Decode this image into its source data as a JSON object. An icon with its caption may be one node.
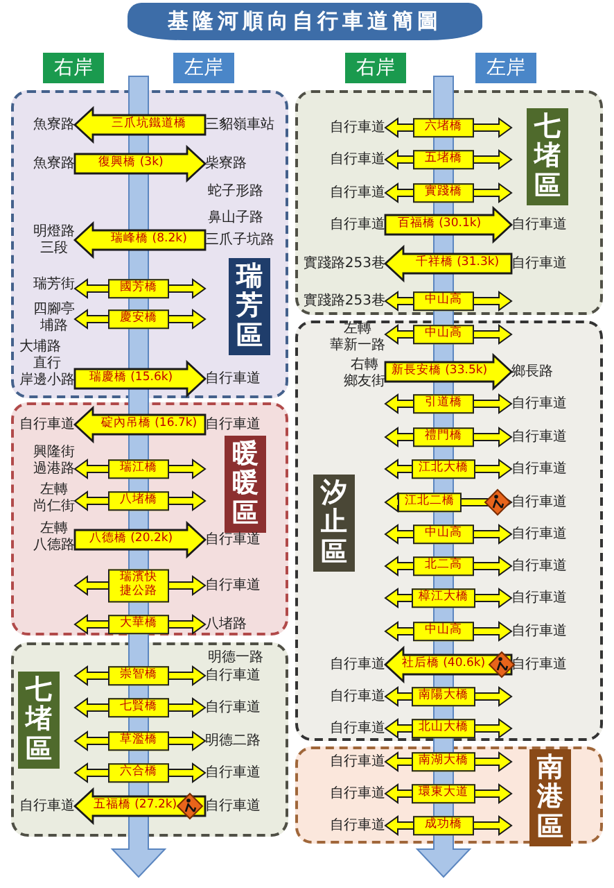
{
  "diagram": {
    "title": "基隆河順向自行車道簡圖",
    "nodes": [
      {
        "text": [
          "瑞芳區"
        ]
      },
      {
        "text": [
          "魚寮路"
        ],
        "in": 0
      },
      {
        "text": [
          "三貂嶺車站"
        ],
        "in": 0
      },
      {
        "text": [
          "魚寮路"
        ],
        "in": 0
      },
      {
        "text": [
          "柴寮路"
        ],
        "in": 0
      },
      {
        "text": [
          "明燈路三段"
        ],
        "in": 0
      },
      {
        "text": [
          "三爪子坑路"
        ],
        "in": 0
      },
      {
        "text": [
          "瑞芳街"
        ],
        "in": 0
      },
      {
        "text": [
          "四腳亭埔路"
        ],
        "in": 0
      },
      {
        "text": [
          "直行岸邊小路"
        ],
        "in": 0
      },
      {
        "text": [
          "自行車道"
        ],
        "in": 0
      },
      {
        "text": [
          "暖暖區"
        ]
      },
      {
        "text": [
          "自行車道"
        ],
        "in": 11
      },
      {
        "text": [
          "自行車道"
        ],
        "in": 11
      },
      {
        "text": [
          "興隆街過港路"
        ],
        "in": 11
      },
      {
        "text": [
          "左轉尚仁街"
        ],
        "in": 11
      },
      {
        "text": [
          "左轉八德路"
        ],
        "in": 11
      },
      {
        "text": [
          "自行車道"
        ],
        "in": 11
      },
      {
        "text": [
          "自行車道"
        ],
        "in": 11
      },
      {
        "text": [
          "八堵路"
        ],
        "in": 11
      },
      {
        "text": [
          "七堵區"
        ]
      },
      {
        "text": [
          "自行車道"
        ],
        "in": 20
      },
      {
        "text": [
          "自行車道"
        ],
        "in": 20
      },
      {
        "text": [
          "明德二路"
        ],
        "in": 20
      },
      {
        "text": [
          "自行車道"
        ],
        "in": 20
      },
      {
        "text": [
          "自行車道"
        ],
        "in": 20
      },
      {
        "text": [
          "自行車道"
        ],
        "in": 20
      },
      {
        "text": [
          "七堵區"
        ]
      },
      {
        "text": [
          "自行車道"
        ],
        "in": 27
      },
      {
        "text": [
          "自行車道"
        ],
        "in": 27
      },
      {
        "text": [
          "自行車道"
        ],
        "in": 27
      },
      {
        "text": [
          "自行車道"
        ],
        "in": 27
      },
      {
        "text": [
          "自行車道"
        ],
        "in": 27
      },
      {
        "text": [
          "實踐路253巷"
        ],
        "in": 27
      },
      {
        "text": [
          "自行車道"
        ],
        "in": 27
      },
      {
        "text": [
          "實踐路253巷"
        ],
        "in": 27
      },
      {
        "text": [
          "汐止區"
        ]
      },
      {
        "text": [
          "左轉華新一路"
        ],
        "in": 36
      },
      {
        "text": [
          "右轉鄉友街"
        ],
        "in": 36
      },
      {
        "text": [
          "鄉長路"
        ],
        "in": 36
      },
      {
        "text": [
          "自行車道"
        ],
        "in": 36
      },
      {
        "text": [
          "自行車道"
        ],
        "in": 36
      },
      {
        "text": [
          "自行車道"
        ],
        "in": 36
      },
      {
        "text": [
          "自行車道"
        ],
        "in": 36
      },
      {
        "text": [
          "自行車道"
        ],
        "in": 36
      },
      {
        "text": [
          "自行車道"
        ],
        "in": 36
      },
      {
        "text": [
          "自行車道"
        ],
        "in": 36
      },
      {
        "text": [
          "自行車道"
        ],
        "in": 36
      },
      {
        "text": [
          "自行車道"
        ],
        "in": 36
      },
      {
        "text": [
          "自行車道"
        ],
        "in": 36
      },
      {
        "text": [
          "自行車道"
        ],
        "in": 36
      },
      {
        "text": [
          "自行車道"
        ],
        "in": 36
      },
      {
        "text": [
          "南港區"
        ]
      },
      {
        "text": [
          "自行車道"
        ],
        "in": 52
      },
      {
        "text": [
          "自行車道"
        ],
        "in": 52
      },
      {
        "text": [
          "自行車道"
        ],
        "in": 52
      }
    ],
    "edges": [
      {
        "from": 2,
        "to": 1,
        "arrow": "to",
        "label": "三爪坑鐵道橋",
        "style": "thick"
      },
      {
        "from": 3,
        "to": 4,
        "arrow": "to",
        "label": "復興橋 (3k)",
        "style": "thick"
      },
      {
        "from": 6,
        "to": 5,
        "arrow": "to",
        "label": "瑞峰橋 (8.2k)",
        "style": "thick"
      },
      {
        "from": 7,
        "to": null,
        "arrow": "both",
        "label": "國芳橋"
      },
      {
        "from": 8,
        "to": null,
        "arrow": "both",
        "label": "慶安橋"
      },
      {
        "from": 9,
        "to": 10,
        "arrow": "to",
        "label": "瑞慶橋 (15.6k)",
        "style": "thick"
      },
      {
        "from": 13,
        "to": 12,
        "arrow": "to",
        "label": "碇內吊橋 (16.7k)",
        "style": "thick"
      },
      {
        "from": 14,
        "to": null,
        "arrow": "both",
        "label": "瑞江橋"
      },
      {
        "from": 15,
        "to": null,
        "arrow": "both",
        "label": "八堵橋"
      },
      {
        "from": 16,
        "to": 17,
        "arrow": "to",
        "label": "八德橋 (20.2k)",
        "style": "thick"
      },
      {
        "from": null,
        "to": 18,
        "arrow": "both",
        "label": "瑞濱快捷公路"
      },
      {
        "from": null,
        "to": 19,
        "arrow": "both",
        "label": "大華橋"
      },
      {
        "from": null,
        "to": 21,
        "arrow": "both",
        "label": "崇智橋"
      },
      {
        "from": null,
        "to": 22,
        "arrow": "both",
        "label": "七賢橋"
      },
      {
        "from": null,
        "to": 23,
        "arrow": "both",
        "label": "草濫橋"
      },
      {
        "from": null,
        "to": 24,
        "arrow": "both",
        "label": "六合橋"
      },
      {
        "from": 26,
        "to": 25,
        "arrow": "to",
        "label": "五福橋 (27.2k)",
        "style": "thick"
      },
      {
        "from": 28,
        "to": null,
        "arrow": "both",
        "label": "六堵橋"
      },
      {
        "from": 29,
        "to": null,
        "arrow": "both",
        "label": "五堵橋"
      },
      {
        "from": 30,
        "to": null,
        "arrow": "both",
        "label": "實踐橋"
      },
      {
        "from": 31,
        "to": 32,
        "arrow": "to",
        "label": "百福橋 (30.1k)",
        "style": "thick"
      },
      {
        "from": 34,
        "to": 33,
        "arrow": "to",
        "label": "千祥橋 (31.3k)",
        "style": "thick"
      },
      {
        "from": 35,
        "to": null,
        "arrow": "both",
        "label": "中山高"
      },
      {
        "from": 37,
        "to": null,
        "arrow": "both",
        "label": "中山高"
      },
      {
        "from": 38,
        "to": 39,
        "arrow": "to",
        "label": "新長安橋 (33.5k)",
        "style": "thick"
      },
      {
        "from": null,
        "to": 40,
        "arrow": "both",
        "label": "引道橋"
      },
      {
        "from": null,
        "to": 41,
        "arrow": "both",
        "label": "禮門橋"
      },
      {
        "from": null,
        "to": 42,
        "arrow": "both",
        "label": "江北大橋"
      },
      {
        "from": null,
        "to": 43,
        "arrow": "both",
        "label": "江北二橋"
      },
      {
        "from": null,
        "to": 44,
        "arrow": "both",
        "label": "中山高"
      },
      {
        "from": null,
        "to": 45,
        "arrow": "both",
        "label": "北二高"
      },
      {
        "from": null,
        "to": 46,
        "arrow": "both",
        "label": "樟江大橋"
      },
      {
        "from": null,
        "to": 47,
        "arrow": "both",
        "label": "中山高"
      },
      {
        "from": 49,
        "to": 48,
        "arrow": "to",
        "label": "社后橋 (40.6k)",
        "style": "thick"
      },
      {
        "from": 50,
        "to": null,
        "arrow": "both",
        "label": "南陽大橋"
      },
      {
        "from": 51,
        "to": null,
        "arrow": "both",
        "label": "北山大橋"
      },
      {
        "from": 53,
        "to": null,
        "arrow": "both",
        "label": "南湖大橋"
      },
      {
        "from": 54,
        "to": null,
        "arrow": "both",
        "label": "環東大道"
      },
      {
        "from": 55,
        "to": null,
        "arrow": "both",
        "label": "成功橋"
      }
    ],
    "labels": [
      "右岸",
      "左岸",
      "右岸",
      "左岸",
      "蛇子形路",
      "鼻山子路",
      "大埔路",
      "明德一路"
    ]
  }
}
